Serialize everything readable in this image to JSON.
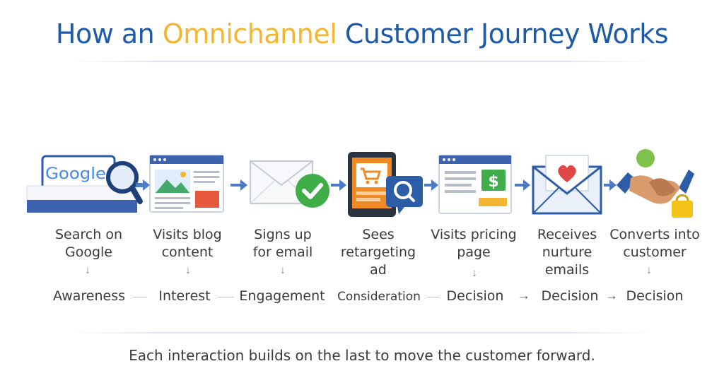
{
  "title": {
    "prefix": "How an",
    "accent": "Omnichannel",
    "suffix": "Customer Journey Works"
  },
  "colors": {
    "title_blue": "#1f5aa6",
    "accent_yellow": "#f2b632",
    "arrow_blue": "#4a7bc4",
    "check_green": "#3fae49",
    "cart_orange": "#f08a24"
  },
  "icons": {
    "google_text": "Google",
    "dollar": "$"
  },
  "steps": [
    {
      "label": "Search on Google",
      "stage": "Awareness",
      "icon": "google-search-icon"
    },
    {
      "label": "Visits blog content",
      "stage": "Interest",
      "icon": "blog-page-icon"
    },
    {
      "label": "Signs up for email",
      "stage": "Engagement",
      "icon": "email-check-icon"
    },
    {
      "label": "Sees retargeting ad",
      "stage": "Consideration",
      "icon": "mobile-ad-icon"
    },
    {
      "label": "Visits pricing page",
      "stage": "Decision",
      "icon": "pricing-page-icon"
    },
    {
      "label": "Receives nurture emails",
      "stage": "Decision",
      "icon": "heart-email-icon"
    },
    {
      "label": "Converts into customer",
      "stage": "Decision",
      "icon": "handshake-icon"
    }
  ],
  "glyphs": {
    "down_arrow": "↓",
    "right_arrow": "→"
  },
  "footer": "Each interaction builds on the last to move the customer forward."
}
